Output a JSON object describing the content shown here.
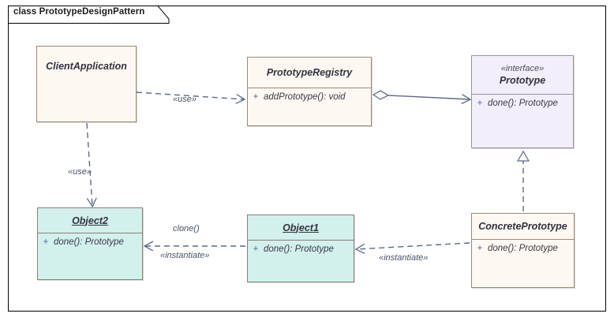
{
  "frame": {
    "label": "class PrototypeDesignPattern"
  },
  "palette": {
    "cream_fill": "#fdf8f2",
    "cream_stroke": "#9b8a79",
    "lavender_fill": "#f3effa",
    "lavender_stroke": "#9d8fa6",
    "cyan_fill": "#d2f0ec",
    "cyan_stroke": "#8c7f76",
    "connector": "#5a6a8c",
    "visibility_plus": "#4b6aa8",
    "text": "#333340"
  },
  "nodes": {
    "client_application": {
      "name": "ClientApplication",
      "stereotype": "",
      "members": []
    },
    "prototype_registry": {
      "name": "PrototypeRegistry",
      "stereotype": "",
      "members": [
        {
          "visibility": "+",
          "signature": "addPrototype(): void"
        }
      ]
    },
    "prototype": {
      "name": "Prototype",
      "stereotype": "«interface»",
      "members": [
        {
          "visibility": "+",
          "signature": "done(): Prototype"
        }
      ]
    },
    "object2": {
      "name": "Object2",
      "stereotype": "",
      "members": [
        {
          "visibility": "+",
          "signature": "done(): Prototype"
        }
      ]
    },
    "object1": {
      "name": "Object1",
      "stereotype": "",
      "members": [
        {
          "visibility": "+",
          "signature": "done(): Prototype"
        }
      ]
    },
    "concrete_prototype": {
      "name": "ConcretePrototype",
      "stereotype": "",
      "members": [
        {
          "visibility": "+",
          "signature": "done(): Prototype"
        }
      ]
    }
  },
  "connectors": {
    "client_to_registry": {
      "label": "«use»",
      "kind": "dependency"
    },
    "client_to_object2": {
      "label": "«use»",
      "kind": "dependency"
    },
    "registry_to_prototype": {
      "label": "",
      "kind": "aggregation"
    },
    "concrete_to_prototype": {
      "label": "",
      "kind": "realization"
    },
    "object1_to_object2_top": {
      "label": "clone()",
      "kind": "dependency"
    },
    "object1_to_object2_bottom": {
      "label": "«instantiate»",
      "kind": "dependency"
    },
    "concrete_to_object1": {
      "label": "«instantiate»",
      "kind": "dependency"
    }
  }
}
